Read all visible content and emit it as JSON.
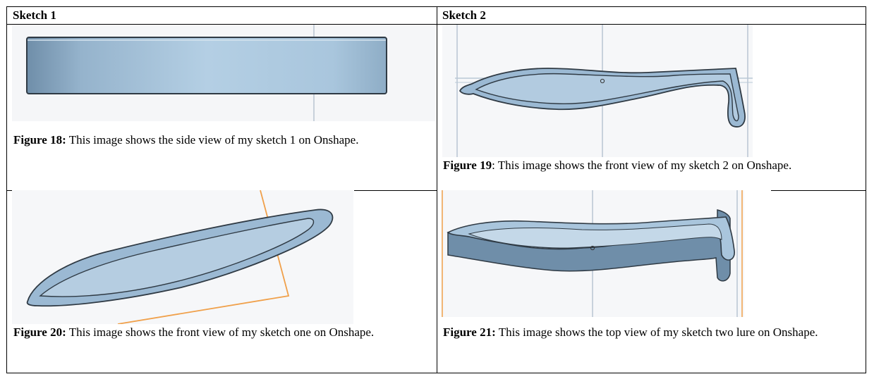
{
  "table": {
    "headers": [
      "Sketch 1",
      "Sketch 2"
    ]
  },
  "figures": [
    {
      "label": "Figure 18:",
      "text": " This image shows the side view of my sketch 1 on Onshape."
    },
    {
      "label": "Figure 19",
      "text": ": This image shows the front view of my sketch 2 on Onshape."
    },
    {
      "label": "Figure 20:",
      "text": " This image shows the front view of my sketch one on Onshape."
    },
    {
      "label": "Figure 21:",
      "text": " This image shows the top view of my sketch two lure on Onshape."
    }
  ],
  "colors": {
    "part_fill": "#9bb9d3",
    "part_edge": "#2f3a44",
    "plane_line": "#a9b8c8",
    "orange_plane": "#f0a04a"
  }
}
